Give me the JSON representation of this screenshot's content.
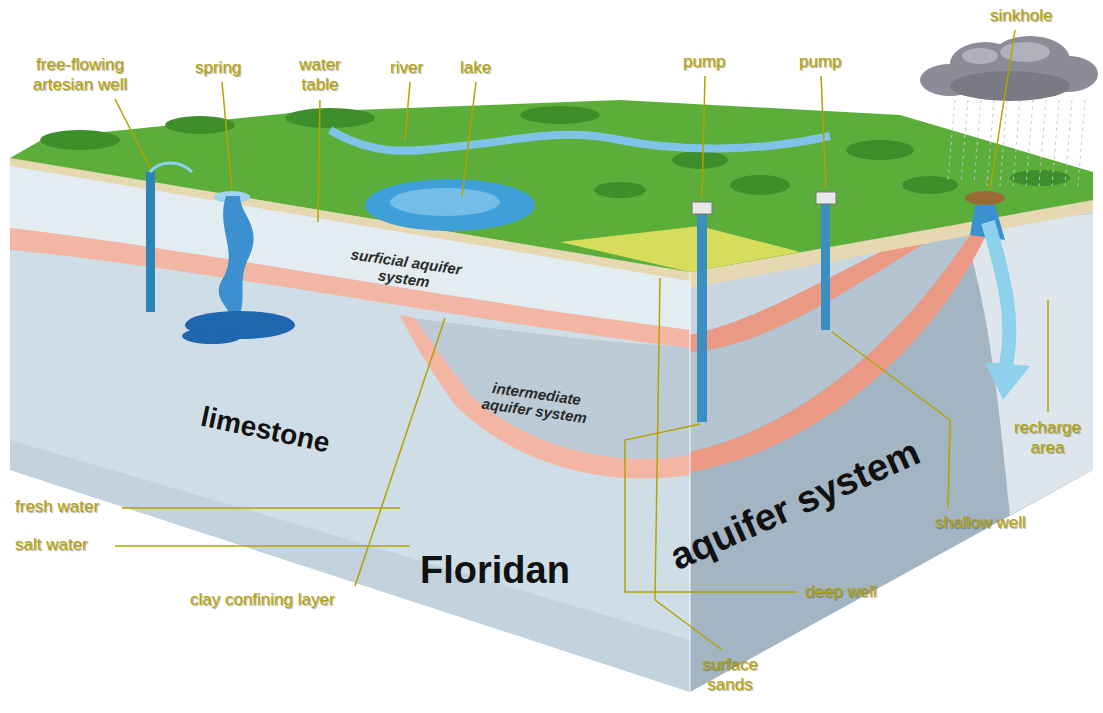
{
  "diagram": {
    "labels": [
      "free-flowing artesian well",
      "spring",
      "water table",
      "river",
      "lake",
      "pump",
      "pump",
      "sinkhole",
      "surficial aquifer system",
      "limestone",
      "intermediate aquifer system",
      "recharge area",
      "fresh water",
      "Floridan",
      "aquifer system",
      "shallow well",
      "salt water",
      "deep well",
      "clay confining layer",
      "surface sands"
    ]
  }
}
